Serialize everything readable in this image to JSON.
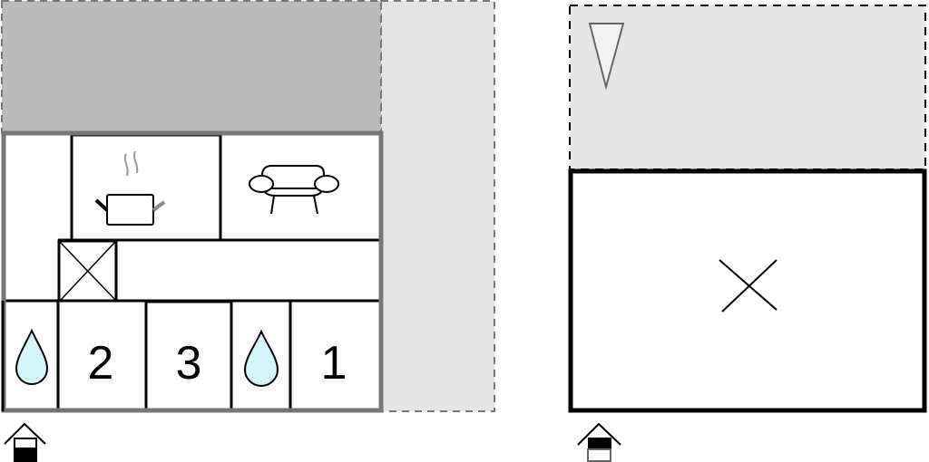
{
  "plans": [
    {
      "name": "ground-floor",
      "rooms": [
        {
          "type": "kitchen",
          "icon": "cooking-pot-icon"
        },
        {
          "type": "living-room",
          "icon": "sofa-icon"
        },
        {
          "type": "stairs",
          "icon": "stairs-icon"
        },
        {
          "type": "bathroom",
          "icon": "water-drop-icon"
        },
        {
          "type": "bedroom",
          "label": "2"
        },
        {
          "type": "bedroom",
          "label": "3"
        },
        {
          "type": "bathroom",
          "icon": "water-drop-icon"
        },
        {
          "type": "bedroom",
          "label": "1"
        }
      ],
      "entrance_icon": "entrance-icon"
    },
    {
      "name": "upper-floor",
      "rooms": [
        {
          "type": "attic",
          "icon": "stairs-icon"
        },
        {
          "type": "terrace",
          "icon": "tree-icon"
        }
      ],
      "entrance_icon": "entrance-icon"
    }
  ],
  "colors": {
    "wall": "#777777",
    "outdoor_dark": "#bbbbbb",
    "outdoor_light": "#e4e4e4",
    "water": "#d4f6fb"
  }
}
